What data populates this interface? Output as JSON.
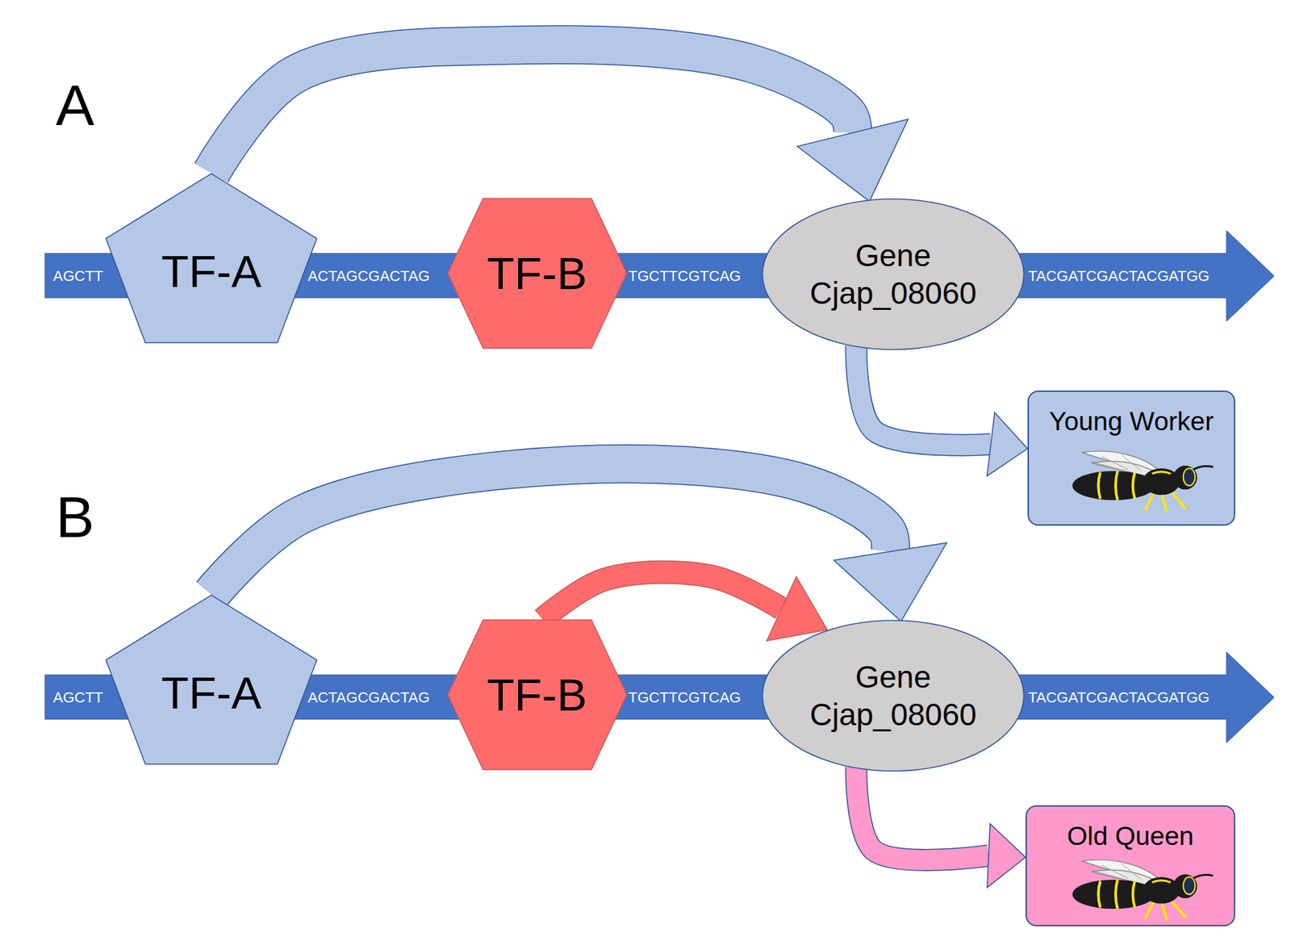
{
  "diagram": {
    "nodes": [
      {
        "text": [
          "AGCTT",
          "ACTAGCGACTAG",
          "TGCTTCGTCAG",
          "TACGATCGACTACGATGG"
        ]
      },
      {
        "text": [
          "TF-A"
        ]
      },
      {
        "text": [
          "TF-B"
        ]
      },
      {
        "text": [
          "Gene Cjap_08060"
        ]
      },
      {
        "text": [
          "Young Worker"
        ]
      },
      {
        "text": [
          "AGCTT",
          "ACTAGCGACTAG",
          "TGCTTCGTCAG",
          "TACGATCGACTACGATGG"
        ]
      },
      {
        "text": [
          "TF-A"
        ]
      },
      {
        "text": [
          "TF-B"
        ]
      },
      {
        "text": [
          "Gene Cjap_08060"
        ]
      },
      {
        "text": [
          "Old Queen"
        ]
      }
    ],
    "edges": [
      {
        "from": 1,
        "to": 3,
        "arrow": "to"
      },
      {
        "from": 3,
        "to": 4,
        "arrow": "to"
      },
      {
        "from": 6,
        "to": 8,
        "arrow": "to"
      },
      {
        "from": 7,
        "to": 8,
        "arrow": "to"
      },
      {
        "from": 8,
        "to": 9,
        "arrow": "to"
      }
    ],
    "labels": [
      "A",
      "B"
    ]
  }
}
